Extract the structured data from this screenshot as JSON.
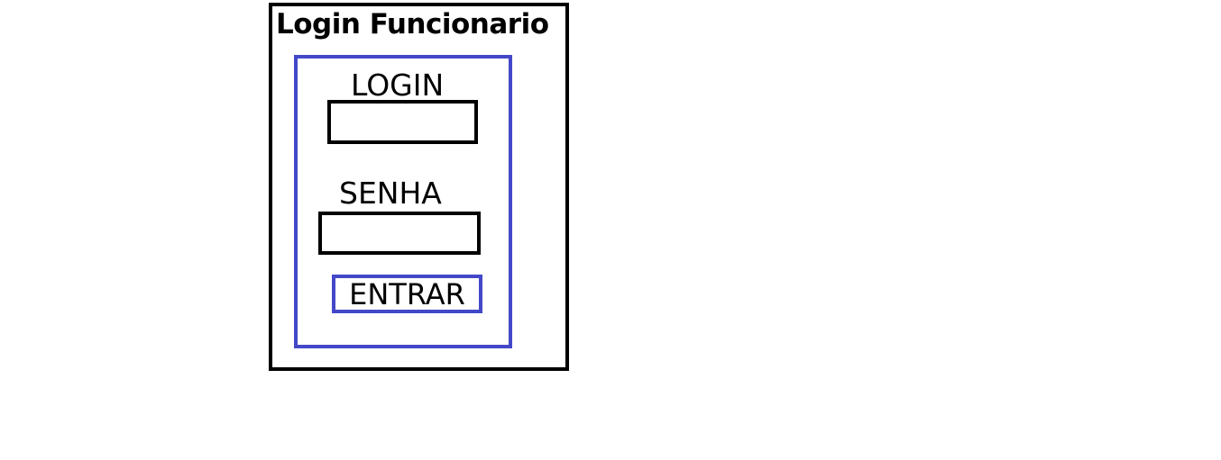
{
  "window": {
    "title": "Login Funcionario"
  },
  "form": {
    "login_label": "LOGIN",
    "login_value": "",
    "senha_label": "SENHA",
    "senha_value": "",
    "submit_label": "ENTRAR"
  },
  "colors": {
    "frame": "#000000",
    "accent": "#4348c8",
    "background": "#ffffff"
  }
}
